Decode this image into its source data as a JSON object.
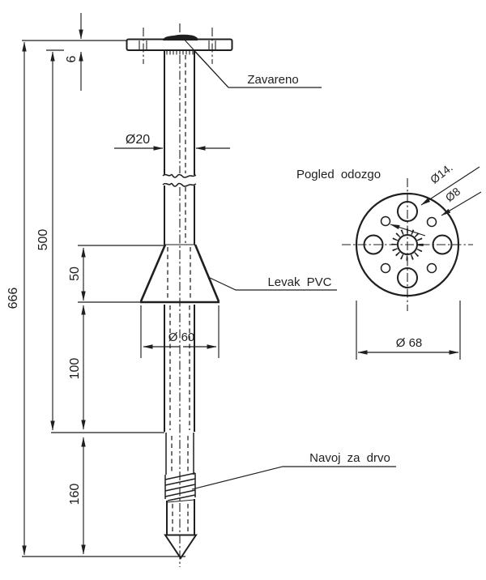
{
  "colors": {
    "line": "#1f1f1f",
    "background": "#ffffff"
  },
  "front_view": {
    "dim_total": "666",
    "dim_shaft": "500",
    "dim_plate_thickness": "6",
    "dim_funnel_height": "50",
    "dim_mid_section": "100",
    "dim_tip_section": "160",
    "rod_diameter": "Ø20",
    "funnel_diameter": "Ø 60"
  },
  "callouts": {
    "weld": "Zavareno",
    "funnel": "Levak PVC",
    "thread": "Navoj za drvo"
  },
  "top_view": {
    "title": "Pogled odozgo",
    "plate_diameter": "Ø 68",
    "hole_large": "Ø14.",
    "hole_small": "Ø8"
  }
}
